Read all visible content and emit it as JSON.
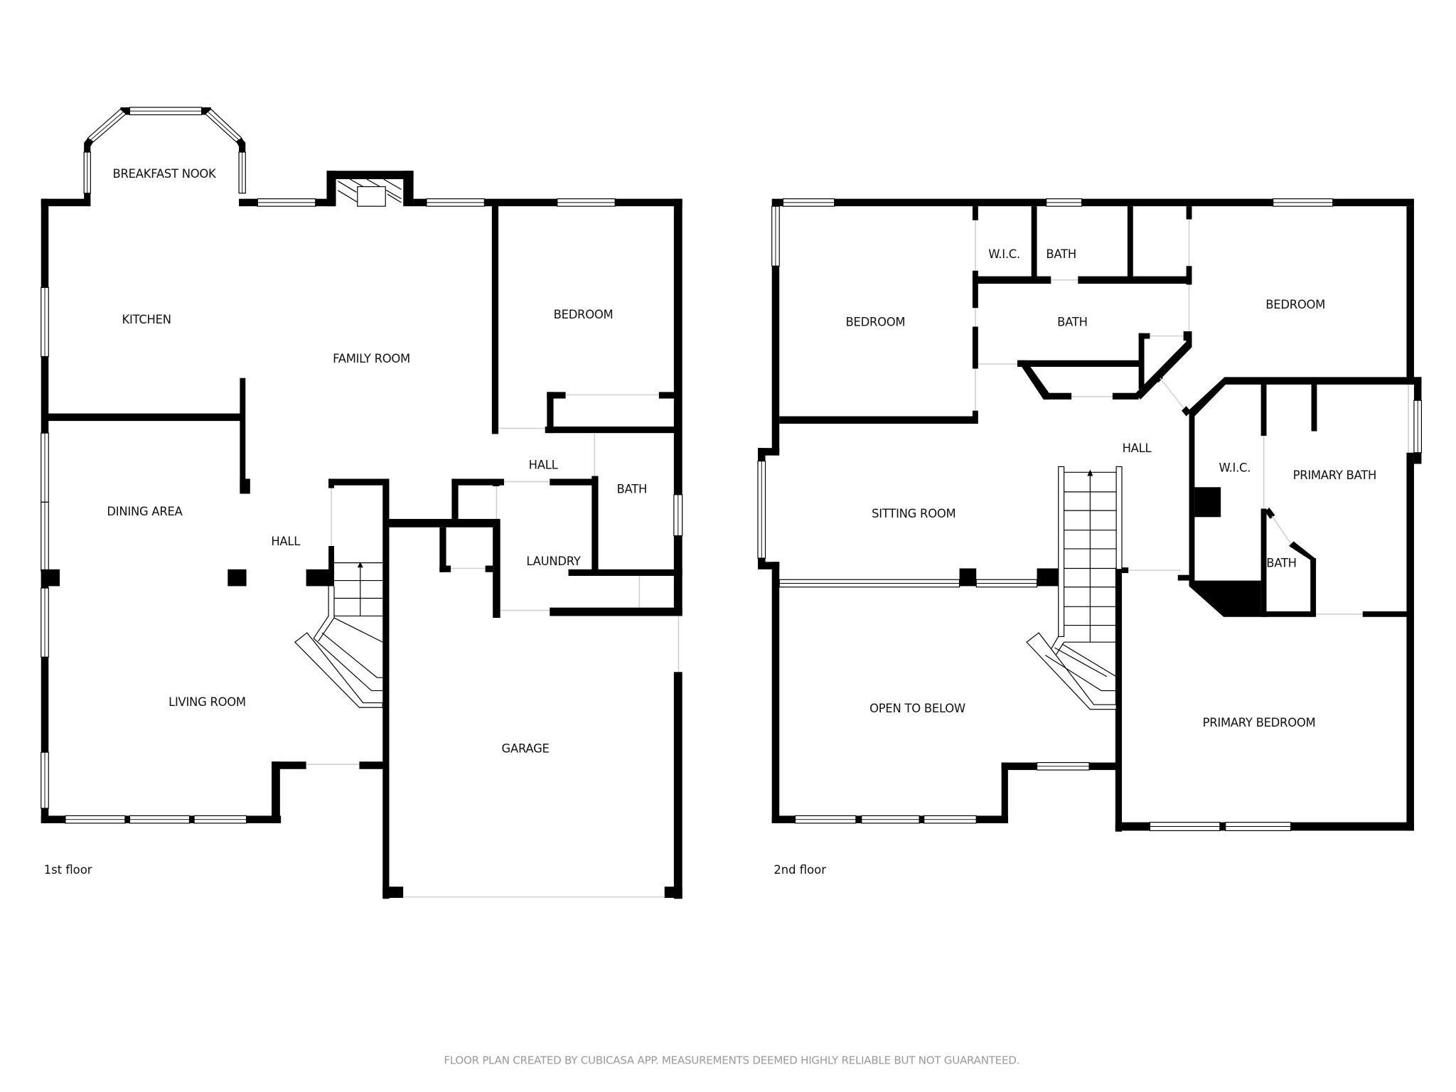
{
  "floors": [
    {
      "label": "1st floor",
      "rooms": {
        "breakfast_nook": "BREAKFAST NOOK",
        "kitchen": "KITCHEN",
        "family_room": "FAMILY ROOM",
        "bedroom": "BEDROOM",
        "dining_area": "DINING AREA",
        "hall_main": "HALL",
        "hall_side": "HALL",
        "bath": "BATH",
        "laundry": "LAUNDRY",
        "living_room": "LIVING ROOM",
        "garage": "GARAGE"
      }
    },
    {
      "label": "2nd floor",
      "rooms": {
        "bedroom_left": "BEDROOM",
        "wic_top": "W.I.C.",
        "bath_top": "BATH",
        "bath_middle": "BATH",
        "bedroom_right": "BEDROOM",
        "hall": "HALL",
        "sitting_room": "SITTING ROOM",
        "wic_primary": "W.I.C.",
        "primary_bath": "PRIMARY BATH",
        "bath_small": "BATH",
        "open_to_below": "OPEN TO BELOW",
        "primary_bedroom": "PRIMARY BEDROOM"
      }
    }
  ],
  "footer": "FLOOR PLAN CREATED BY CUBICASA APP. MEASUREMENTS DEEMED HIGHLY RELIABLE BUT NOT GUARANTEED.",
  "icons": {
    "stair_arrow": "arrow-up-icon",
    "fireplace": "fireplace-icon"
  },
  "colors": {
    "wall": "#000000",
    "background": "#ffffff",
    "door_opening": "#d0d0d0",
    "footer_text": "#9a9a9a"
  }
}
